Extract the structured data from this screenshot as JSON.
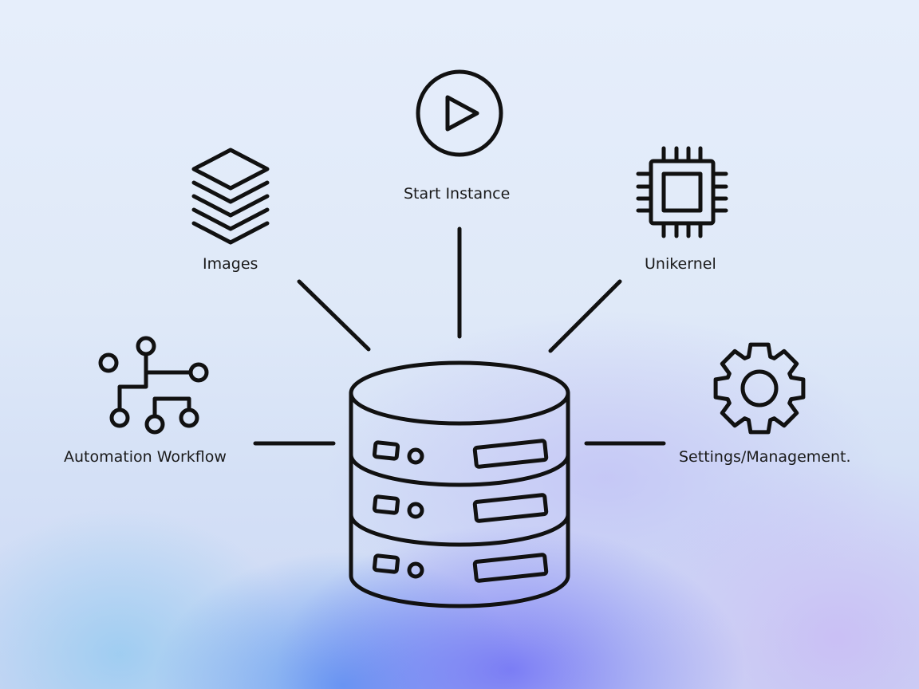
{
  "diagram": {
    "center": {
      "icon": "database-server-icon"
    },
    "nodes": [
      {
        "id": "images",
        "label": "Images",
        "icon": "layers-stack-icon"
      },
      {
        "id": "start-instance",
        "label": "Start Instance",
        "icon": "play-circle-icon"
      },
      {
        "id": "unikernel",
        "label": "Unikernel",
        "icon": "cpu-chip-icon"
      },
      {
        "id": "automation-workflow",
        "label": "Automation Workflow",
        "icon": "workflow-nodes-icon"
      },
      {
        "id": "settings-management",
        "label": "Settings/Management.",
        "icon": "gear-icon"
      }
    ],
    "edges": [
      {
        "from": "center",
        "to": "images"
      },
      {
        "from": "center",
        "to": "start-instance"
      },
      {
        "from": "center",
        "to": "unikernel"
      },
      {
        "from": "center",
        "to": "automation-workflow"
      },
      {
        "from": "center",
        "to": "settings-management"
      }
    ]
  },
  "colors": {
    "stroke": "#111111",
    "text": "#1a1a1a"
  }
}
